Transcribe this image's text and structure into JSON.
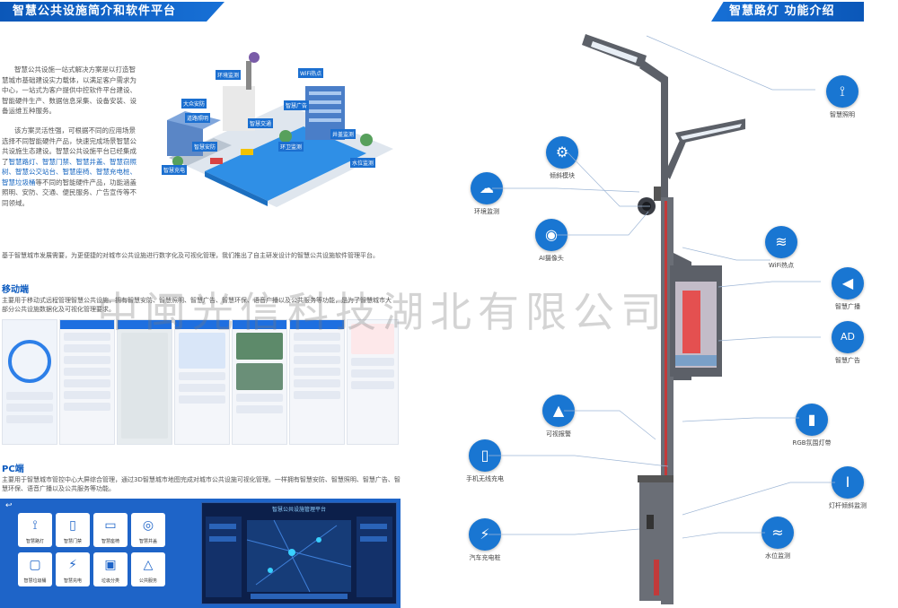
{
  "left_header": {
    "title": "智慧公共设施简介和软件平台"
  },
  "right_header": {
    "title": "智慧路灯 功能介绍"
  },
  "intro": {
    "p1": "智慧公共设施一站式解决方案是以打造智慧城市基础建设实力载体，以满足客户需求为中心，一站式为客户提供中控软件平台建设、智能硬件生产、数据信息采集、设备安装、设备运维五种服务。",
    "p2_a": "该方案灵活性强，可根据不同的应用场景选择不同智能硬件产品，快速完成场景智慧公共设施生态建设。智慧公共设施平台已经集成了",
    "p2_hl": "智慧路灯、智慧门禁、智慧井盖、智慧窃照树、智慧公交站台、智慧座椅、智慧充电桩、智慧垃圾桶",
    "p2_b": "等不同的智能硬件产品，功能涵盖照明、安防、交通、便民服务、广告宣传等不同领域。"
  },
  "city_labels": [
    "环境监测",
    "WiFi热点",
    "大众安防",
    "道路照明",
    "智慧交通",
    "智慧广告",
    "智慧安防",
    "环卫监测",
    "井盖监测",
    "智慧充电",
    "水位监测"
  ],
  "platform_line": "基于智慧城市发展需要，为更便捷的对城市公共设施进行数字化及可视化管理，我们推出了自主研发设计的智慧公共设施软件管理平台。",
  "mobile": {
    "title": "移动端",
    "text": "主要用于移动式远程管理智慧公共设施，拥有智慧安防、智慧照明、智慧广告、智慧环保、语音广播以及公共服务等功能，是为了智慧城市大部分公共设施数据化及可视化管理要求。"
  },
  "pc": {
    "title": "PC端",
    "text": "主要用于智慧城市管控中心大屏综合管理，通过3D智慧城市地图完成对城市公共设施可视化管理。一样拥有智慧安防、智慧照明、智慧广告、智慧环保、语音广播以及公共服务等功能。",
    "dashboard_title": "智慧公共设施管理平台",
    "tiles": [
      "智慧路灯",
      "智慧门禁",
      "智慧座椅",
      "智慧井盖",
      "智慧垃圾桶",
      "智慧充电",
      "垃圾分类",
      "公共服务"
    ]
  },
  "watermark": "中闽光信科技湖北有限公司",
  "features": [
    {
      "name": "智慧照明",
      "icon": "⟟"
    },
    {
      "name": "倾斜模块",
      "icon": "⚙"
    },
    {
      "name": "环境监测",
      "icon": "☁"
    },
    {
      "name": "AI摄像头",
      "icon": "◉"
    },
    {
      "name": "WiFi热点",
      "icon": "≋"
    },
    {
      "name": "智慧广播",
      "icon": "◀"
    },
    {
      "name": "智慧广告",
      "icon": "AD"
    },
    {
      "name": "可视报警",
      "icon": "▲"
    },
    {
      "name": "RGB氛围灯带",
      "icon": "▮"
    },
    {
      "name": "手机无线充电",
      "icon": "▯"
    },
    {
      "name": "灯杆倾斜监测",
      "icon": "I"
    },
    {
      "name": "汽车充电桩",
      "icon": "⚡"
    },
    {
      "name": "水位监测",
      "icon": "≈"
    }
  ],
  "colors": {
    "accent": "#1565c0",
    "pole": "#5c6068"
  }
}
